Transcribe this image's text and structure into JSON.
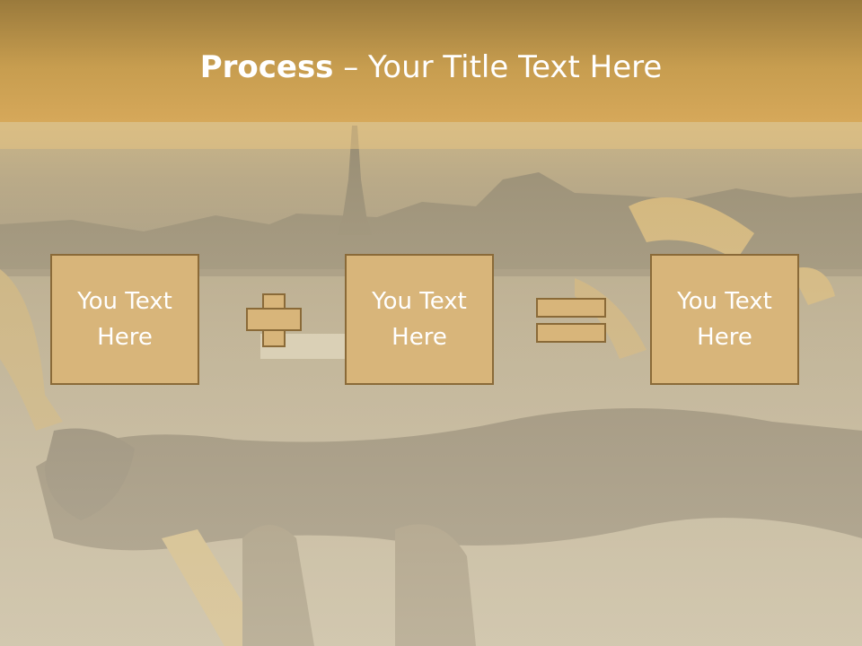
{
  "slide": {
    "title_bold": "Process",
    "title_rest": " – Your Title Text Here",
    "boxes": [
      {
        "text": "You Text\nHere"
      },
      {
        "text": "You Text\nHere"
      },
      {
        "text": "You Text\nHere"
      }
    ],
    "operators": [
      "plus-icon",
      "equals-icon"
    ]
  },
  "colors": {
    "header": "#c79d4f",
    "box_fill": "#d8b57a",
    "box_border": "#8a6a38",
    "text": "#ffffff"
  }
}
